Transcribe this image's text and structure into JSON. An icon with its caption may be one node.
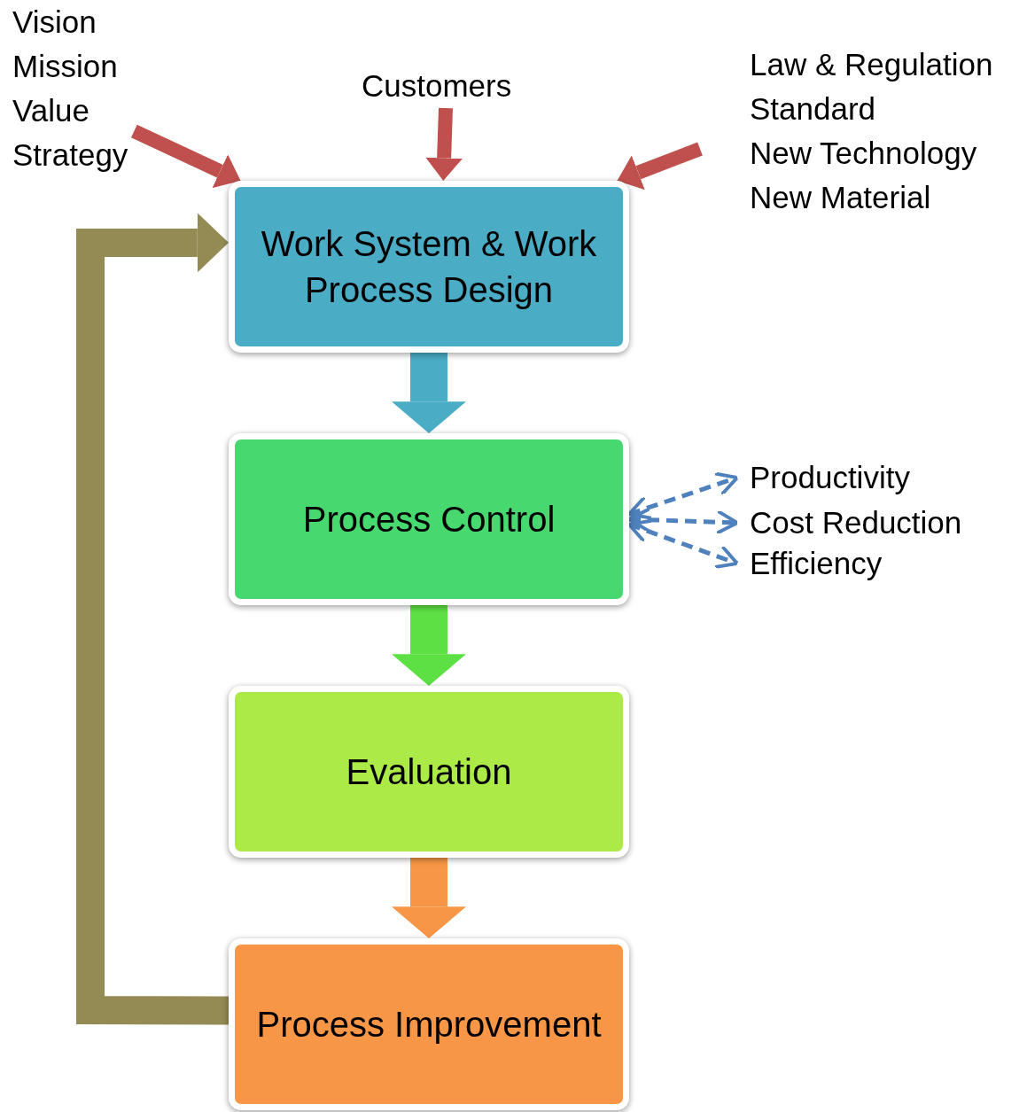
{
  "diagram": {
    "nodes": [
      {
        "text": [
          "Vision",
          "Mission",
          "Value",
          "Strategy"
        ]
      },
      {
        "text": [
          "Customers"
        ]
      },
      {
        "text": [
          "Law & Regulation",
          "Standard",
          "New Technology",
          "New Material"
        ]
      },
      {
        "text": [
          "Work System & Work Process Design"
        ]
      },
      {
        "text": [
          "Process Control"
        ]
      },
      {
        "text": [
          "Evaluation"
        ]
      },
      {
        "text": [
          "Process Improvement"
        ]
      },
      {
        "text": [
          "Productivity"
        ]
      },
      {
        "text": [
          "Cost Reduction"
        ]
      },
      {
        "text": [
          "Efficiency"
        ]
      }
    ],
    "edges": [
      {
        "from": 0,
        "to": 3,
        "arrow": "to",
        "color": "#c0504d"
      },
      {
        "from": 1,
        "to": 3,
        "arrow": "to",
        "color": "#c0504d"
      },
      {
        "from": 2,
        "to": 3,
        "arrow": "to",
        "color": "#c0504d"
      },
      {
        "from": 3,
        "to": 4,
        "arrow": "to",
        "style": "thick",
        "color": "#4bacc6"
      },
      {
        "from": 4,
        "to": 5,
        "arrow": "to",
        "style": "thick",
        "color": "#5de043"
      },
      {
        "from": 5,
        "to": 6,
        "arrow": "to",
        "style": "thick",
        "color": "#f79646"
      },
      {
        "from": 6,
        "to": 3,
        "arrow": "to",
        "style": "thick",
        "color": "#948a54"
      },
      {
        "from": 4,
        "to": 7,
        "arrow": "both",
        "style": "dashed",
        "color": "#4f81bd"
      },
      {
        "from": 4,
        "to": 8,
        "arrow": "both",
        "style": "dashed",
        "color": "#4f81bd"
      },
      {
        "from": 4,
        "to": 9,
        "arrow": "both",
        "style": "dashed",
        "color": "#4f81bd"
      }
    ]
  }
}
